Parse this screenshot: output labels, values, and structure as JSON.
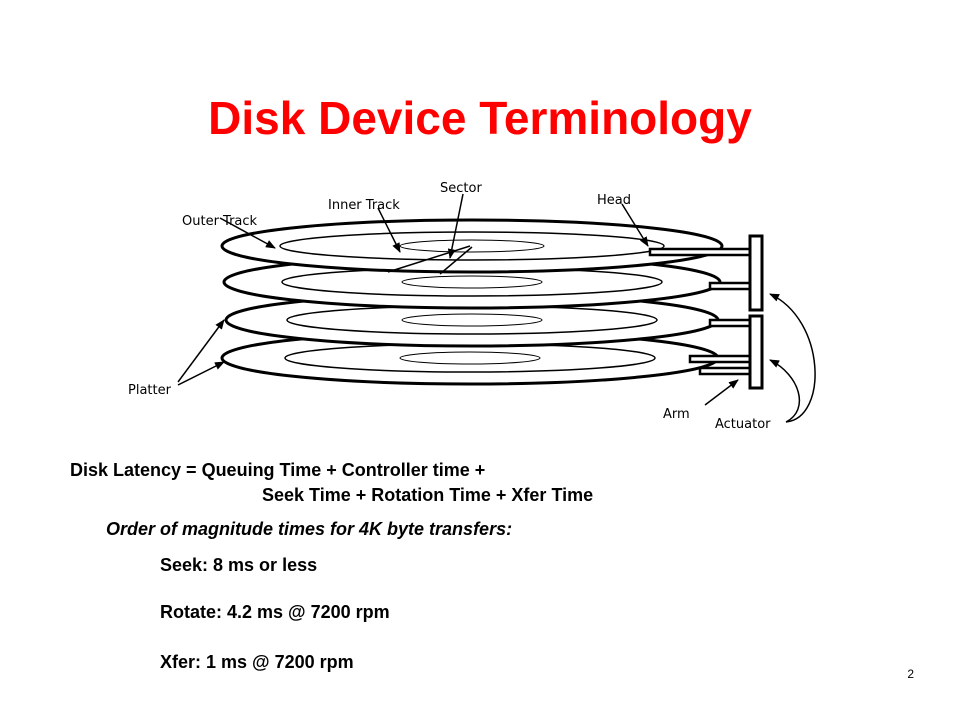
{
  "slide": {
    "title": "Disk Device Terminology",
    "page_number": "2"
  },
  "diagram": {
    "labels": {
      "outer_track": "Outer Track",
      "inner_track": "Inner Track",
      "sector": "Sector",
      "head": "Head",
      "platter": "Platter",
      "arm": "Arm",
      "actuator": "Actuator"
    },
    "platter_count": 4
  },
  "latency": {
    "line1": "Disk Latency = Queuing Time + Controller time +",
    "line2": "Seek Time + Rotation Time + Xfer Time",
    "subtitle": "Order of magnitude times for 4K byte transfers:",
    "items": [
      "Seek: 8 ms or less",
      "Rotate: 4.2 ms @ 7200 rpm",
      "Xfer: 1 ms @ 7200 rpm"
    ]
  },
  "colors": {
    "title": "#ff0000",
    "text": "#000000",
    "background": "#ffffff"
  }
}
